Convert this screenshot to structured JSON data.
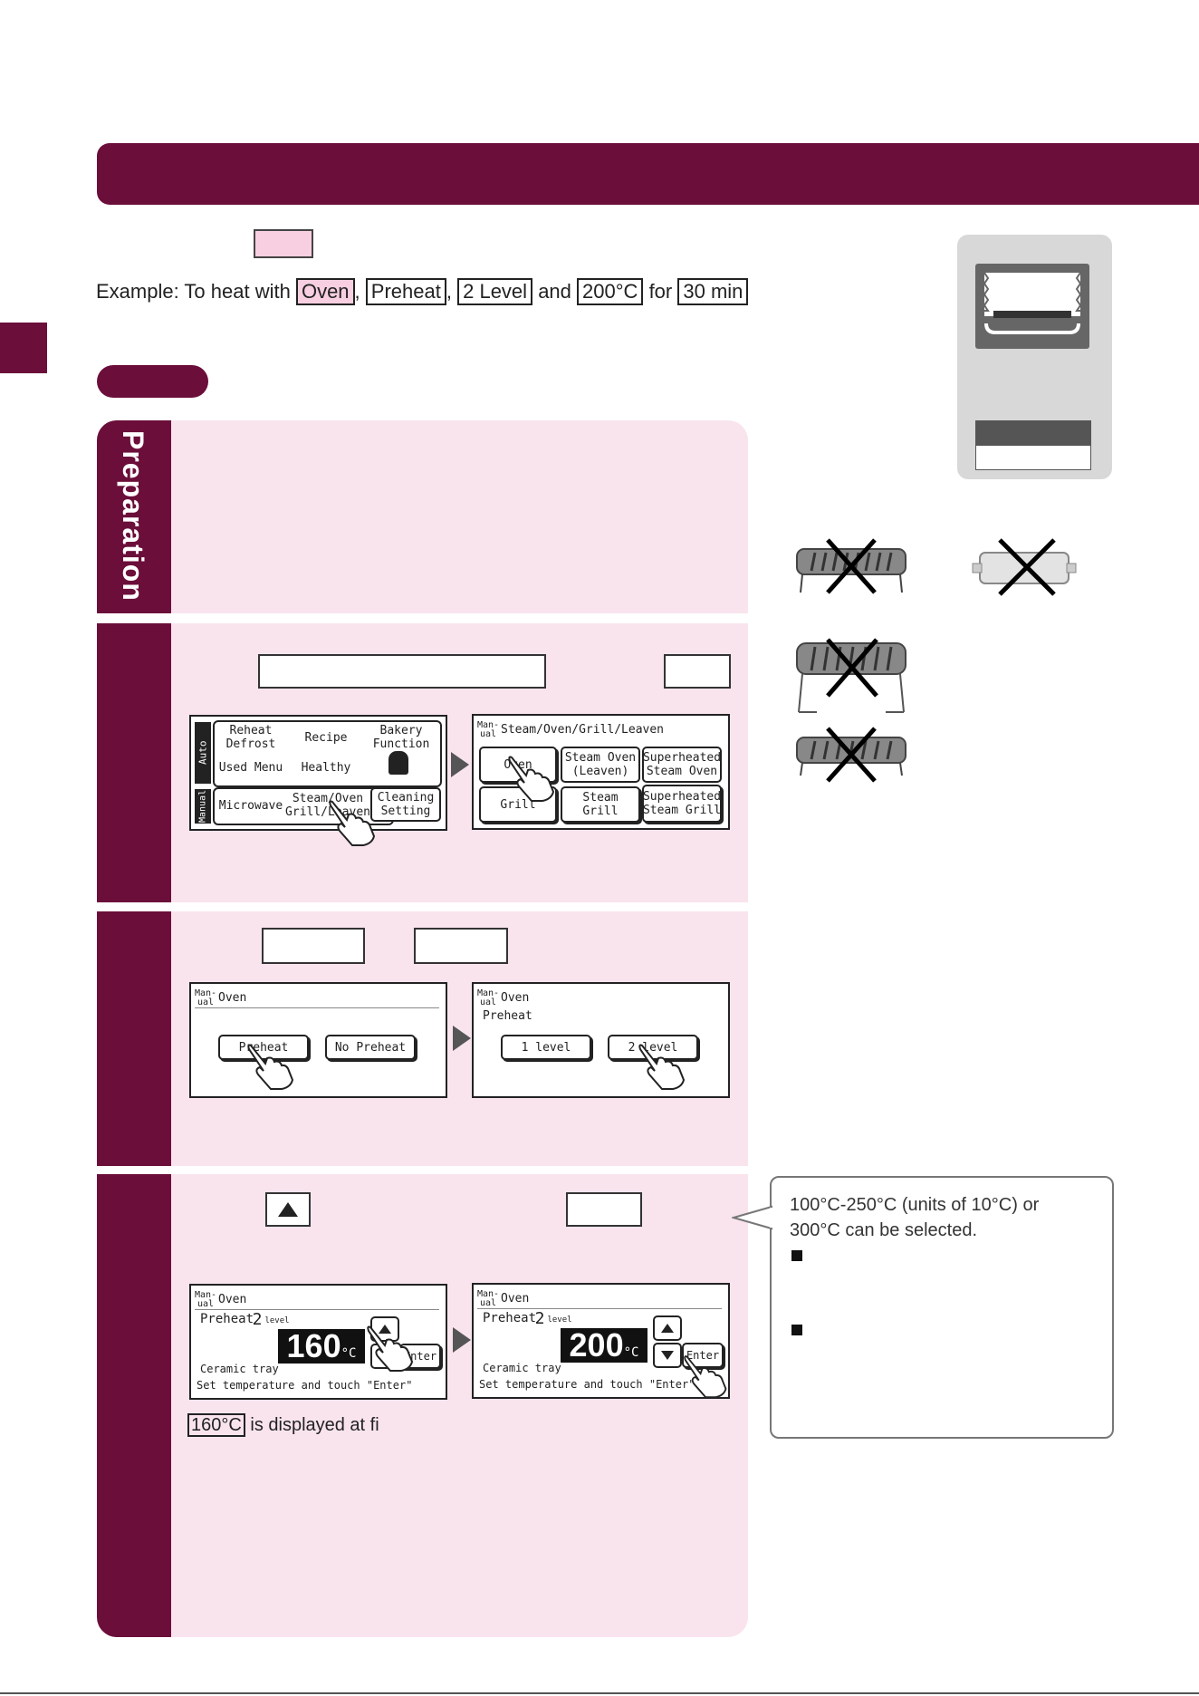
{
  "example": {
    "prefix": "Example: To heat with",
    "oven": "Oven",
    "comma1": ",",
    "preheat": "Preheat",
    "comma2": ",",
    "level": "2 Level",
    "and": "and",
    "temp": "200°C",
    "for": "for",
    "time": "30 min"
  },
  "sidebar": {
    "preparation": "Preparation"
  },
  "screen1": {
    "auto_tab": "Auto",
    "manual_tab": "Manual",
    "reheat": "Reheat\nDefrost",
    "recipe": "Recipe",
    "bakery": "Bakery Function",
    "used_menu": "Used Menu",
    "healthy": "Healthy",
    "microwave": "Microwave",
    "steam_oven": "Steam/Oven\nGrill/Leaven",
    "cleaning": "Cleaning\nSetting"
  },
  "screen2": {
    "header_tag": "Man-\nual",
    "header": "Steam/Oven/Grill/Leaven",
    "oven": "Oven",
    "steam_oven_leaven": "Steam Oven\n(Leaven)",
    "superheated_oven": "Superheated\nSteam Oven",
    "grill": "Grill",
    "steam_grill": "Steam Grill",
    "superheated_grill": "Superheated\nSteam Grill"
  },
  "screen3": {
    "header_tag": "Man-\nual",
    "header": "Oven",
    "preheat": "Preheat",
    "no_preheat": "No Preheat"
  },
  "screen4": {
    "header_tag": "Man-\nual",
    "header": "Oven",
    "sub": "Preheat",
    "level1": "1 level",
    "level2": "2 level"
  },
  "screen5": {
    "header_tag": "Man-\nual",
    "header": "Oven",
    "preheat": "Preheat",
    "level": "2",
    "level_unit": "level",
    "temp": "160",
    "unit": "°C",
    "tray": "Ceramic tray",
    "footer": "Set temperature and touch \"Enter\"",
    "enter": "Enter"
  },
  "screen6": {
    "header_tag": "Man-\nual",
    "header": "Oven",
    "preheat": "Preheat",
    "level": "2",
    "level_unit": "level",
    "temp": "200",
    "unit": "°C",
    "tray": "Ceramic tray",
    "footer": "Set temperature and touch \"Enter\"",
    "enter": "Enter"
  },
  "display_note": {
    "value": "160°C",
    "text": "is displayed at fi"
  },
  "callout": {
    "line1": "100°C-250°C (units of 10°C) or",
    "line2": "300°C can be selected."
  },
  "colors": {
    "maroon": "#6b0e3a",
    "pink_panel": "#f9e4ee",
    "pink_box": "#f7cfe0"
  }
}
